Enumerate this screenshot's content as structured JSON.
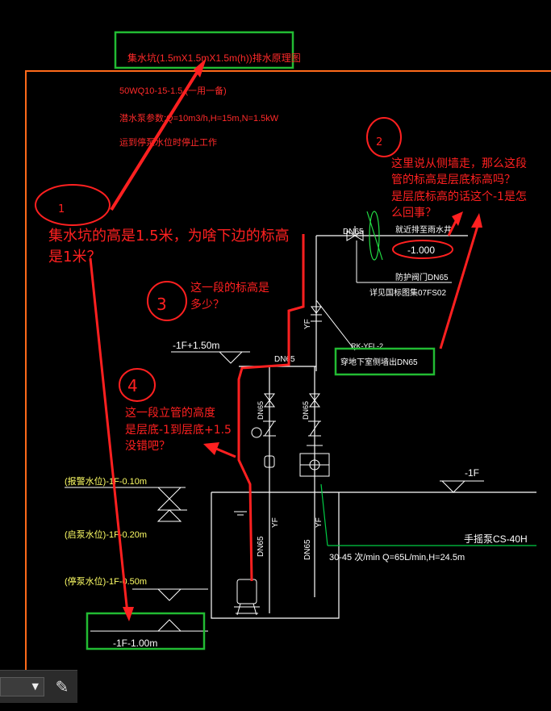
{
  "drawing": {
    "title": "集水坑(1.5mX1.5mX1.5m(h))排水原理图",
    "pump_model": "50WQ10-15-1.5 (一用一备)",
    "pump_params": "潜水泵参数:Q=10m3/h,H=15m,N=1.5kW",
    "pump_note": "运到停泵水位时停止工作",
    "outlet_label": "就近排至雨水井",
    "outlet_elev": "-1.000",
    "dn65_top": "DN65",
    "valve_label": "防护阀门DN65",
    "detail_ref": "详见国标图集07FS02",
    "wall_pipe_code": "RK-YFL-2",
    "wall_pipe_label": "穿地下室侧墙出DN65",
    "elev_plus150": "-1F+1.50m",
    "dn65_mid": "DN65",
    "dn65_v1": "DN65",
    "dn65_v2": "DN65",
    "dn65_left": "DN65",
    "dn65_right": "DN65",
    "floor_elev": "-1F",
    "level_alarm": "(报警水位)-1F-0.10m",
    "level_start": "(启泵水位)-1F-0.20m",
    "level_stop": "(停泵水位)-1F-0.50m",
    "bottom_elev": "-1F-1.00m",
    "hand_pump": "手摇泵CS-40H",
    "hand_pump_params": "30-45   次/min     Q=65L/min,H=24.5m",
    "yf1": "YF",
    "yf2": "YF",
    "yf3": "YF"
  },
  "annotations": {
    "a1_num": "1",
    "a1_text_line1": "集水坑的高是1.5米，为啥下边的标高",
    "a1_text_line2": "是1米？",
    "a2_num": "2",
    "a2_line1": "这里说从侧墙走，那么这段",
    "a2_line2": "管的标高是层底标高吗？",
    "a2_line3": "是层底标高的话这个-1是怎",
    "a2_line4": "么回事？",
    "a3_num": "3",
    "a3_line1": "这一段的标高是",
    "a3_line2": "多少？",
    "a4_num": "4",
    "a4_line1": "这一段立管的高度",
    "a4_line2": "是层底-1到层底+1.5",
    "a4_line3": "没错吧？"
  },
  "toolbar": {
    "dropdown_value": "",
    "edit_icon": "edit-icon"
  },
  "colors": {
    "cad_red": "#ff2a2a",
    "cad_yellow": "#ffff66",
    "cad_white": "#ffffff",
    "border_orange": "#ff6a1a",
    "box_green": "#22bb33",
    "annotation_red": "#ff2020",
    "green_line": "#00cc44"
  }
}
